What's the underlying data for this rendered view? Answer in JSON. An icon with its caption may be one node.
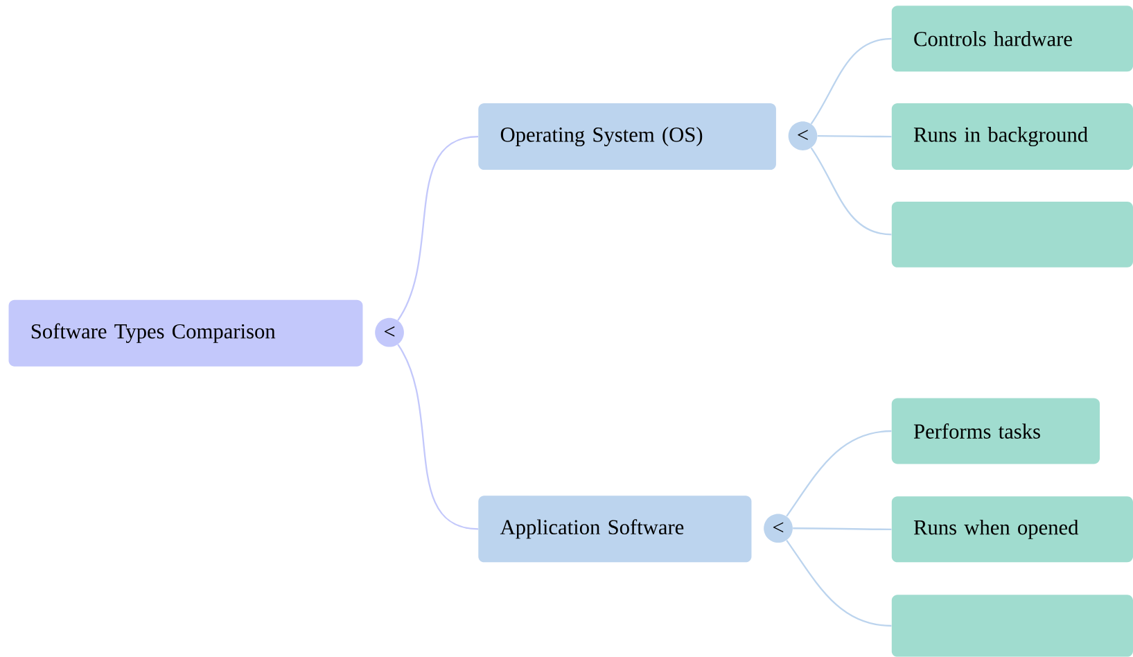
{
  "diagram": {
    "nodes": [
      {
        "text": [
          "Software Types Comparison"
        ]
      },
      {
        "text": [
          "<"
        ]
      },
      {
        "text": [
          "Operating System (OS)"
        ]
      },
      {
        "text": [
          "<"
        ]
      },
      {
        "text": [
          "Controls hardware"
        ]
      },
      {
        "text": [
          "Runs in background"
        ]
      },
      {
        "text": [],
        "shape": "box"
      },
      {
        "text": [
          "Application Software"
        ]
      },
      {
        "text": [
          "<"
        ]
      },
      {
        "text": [
          "Performs tasks"
        ]
      },
      {
        "text": [
          "Runs when opened"
        ]
      },
      {
        "text": [],
        "shape": "box"
      }
    ],
    "edges": [
      {
        "from": 1,
        "to": 2,
        "arrow": "none",
        "color": "#c3c8fb"
      },
      {
        "from": 1,
        "to": 7,
        "arrow": "none",
        "color": "#c3c8fb"
      },
      {
        "from": 3,
        "to": 4,
        "arrow": "none"
      },
      {
        "from": 3,
        "to": 5,
        "arrow": "none"
      },
      {
        "from": 3,
        "to": 6,
        "arrow": "none"
      },
      {
        "from": 8,
        "to": 9,
        "arrow": "none"
      },
      {
        "from": 8,
        "to": 10,
        "arrow": "none"
      },
      {
        "from": 8,
        "to": 11,
        "arrow": "none"
      }
    ]
  }
}
